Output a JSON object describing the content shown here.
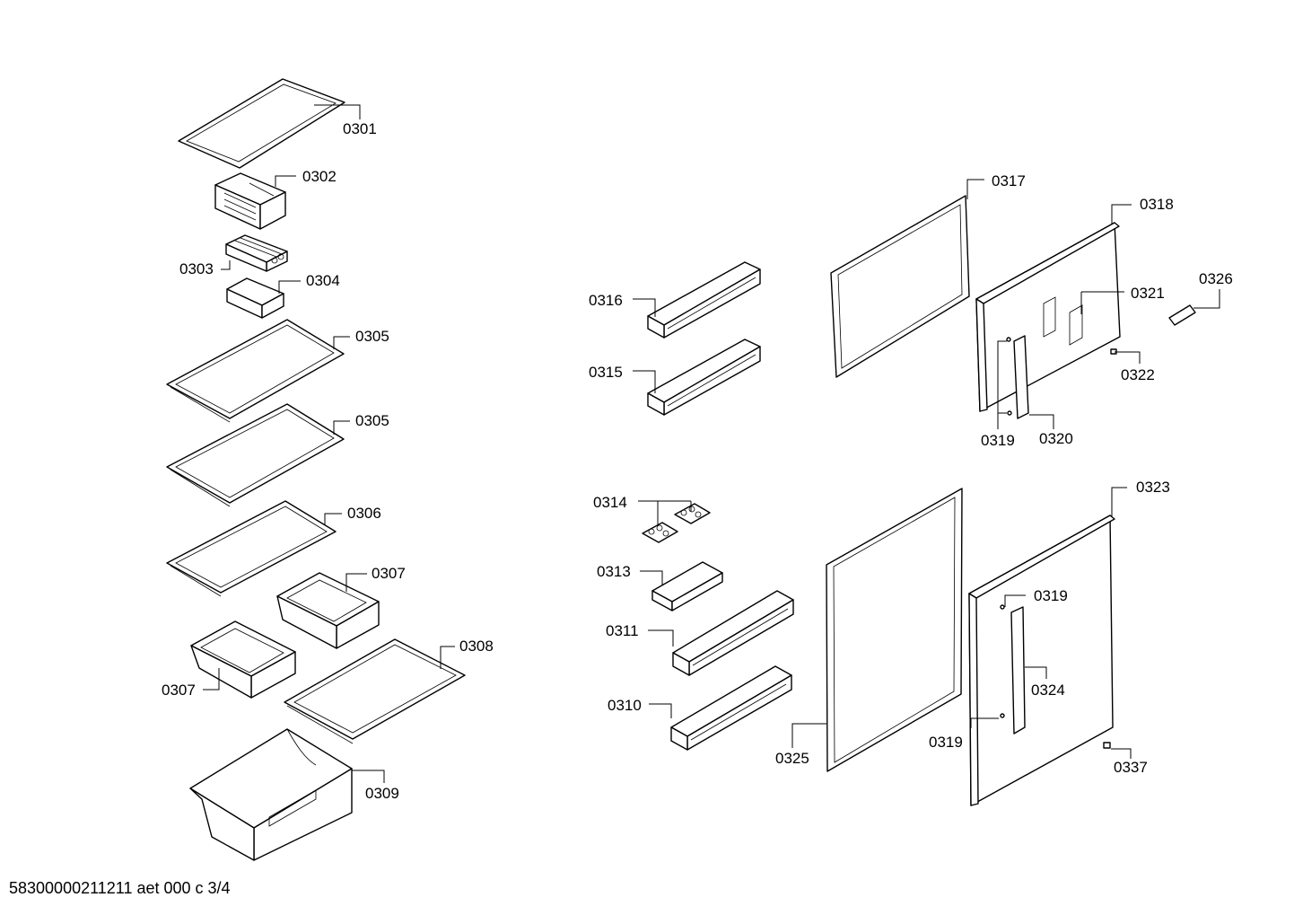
{
  "footer": "58300000211211 aet 000 c 3/4",
  "labels": {
    "p0301": "0301",
    "p0302": "0302",
    "p0303": "0303",
    "p0304": "0304",
    "p0305a": "0305",
    "p0305b": "0305",
    "p0306": "0306",
    "p0307a": "0307",
    "p0307b": "0307",
    "p0308": "0308",
    "p0309": "0309",
    "p0310": "0310",
    "p0311": "0311",
    "p0313": "0313",
    "p0314": "0314",
    "p0315": "0315",
    "p0316": "0316",
    "p0317": "0317",
    "p0318": "0318",
    "p0319a": "0319",
    "p0319b": "0319",
    "p0319c": "0319",
    "p0320": "0320",
    "p0321": "0321",
    "p0322": "0322",
    "p0323": "0323",
    "p0324": "0324",
    "p0325": "0325",
    "p0326": "0326",
    "p0337": "0337"
  }
}
